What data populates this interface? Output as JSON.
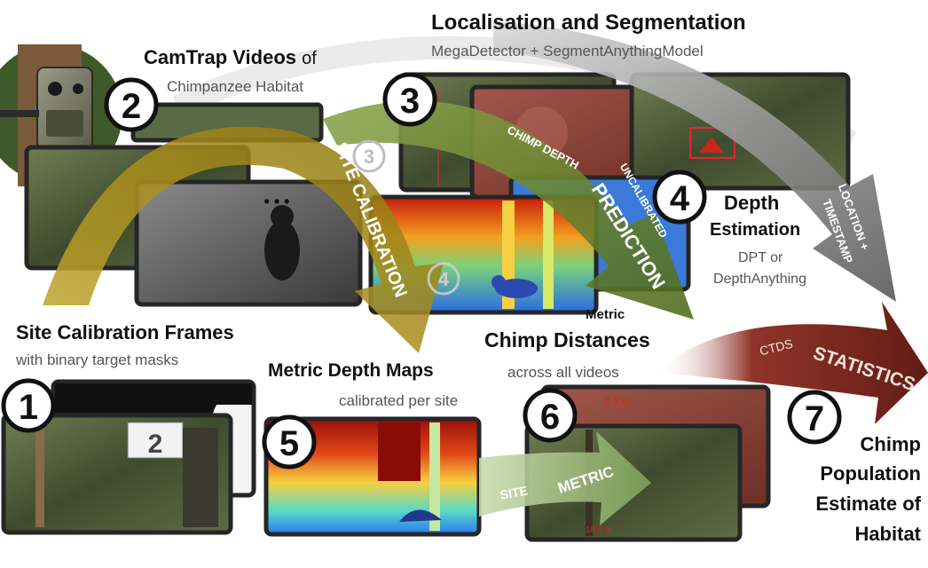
{
  "steps": [
    {
      "number": "1",
      "title": "Site Calibration Frames",
      "subtitle": "with binary target masks"
    },
    {
      "number": "2",
      "title_bold": "CamTrap Videos",
      "title_rest": "of",
      "subtitle": "Chimpanzee Habitat"
    },
    {
      "number": "3",
      "title": "Localisation and Segmentation",
      "subtitle": "MegaDetector + SegmentAnythingModel"
    },
    {
      "number": "4",
      "title": "Depth",
      "title_line2": "Estimation",
      "subtitle_line1": "DPT or",
      "subtitle_line2": "DepthAnything"
    },
    {
      "number": "5",
      "title": "Metric Depth Maps",
      "subtitle": "calibrated per site"
    },
    {
      "number": "6",
      "title_small": "Metric",
      "title": "Chimp Distances",
      "subtitle": "across all videos"
    },
    {
      "number": "7",
      "title_line1": "Chimp",
      "title_line2": "Population",
      "title_line3": "Estimate of",
      "title_line4": "Habitat"
    }
  ],
  "arrows": {
    "site_calibration": "SITE CALIBRATION",
    "chimp_depth": "CHIMP DEPTH",
    "uncalibrated": "UNCALIBRATED",
    "prediction": "PREDICTION",
    "location": "LOCATION +",
    "timestamp": "TIMESTAMP",
    "ctds": "CTDS",
    "statistics": "STATISTICS",
    "site": "SITE",
    "metric": "METRIC"
  },
  "ghost_markers": [
    "3",
    "4"
  ],
  "ellipsis": "• • •",
  "measurements": [
    "0.5 m",
    "18.5 m"
  ],
  "calibration_board_number": "2",
  "colors": {
    "gold": "#b59a1e",
    "olive": "#6f8a2a",
    "sage": "#8fae6a",
    "grey": "#6e6e6e",
    "maroon": "#7a1f14",
    "forest": "#4a5a3a"
  }
}
